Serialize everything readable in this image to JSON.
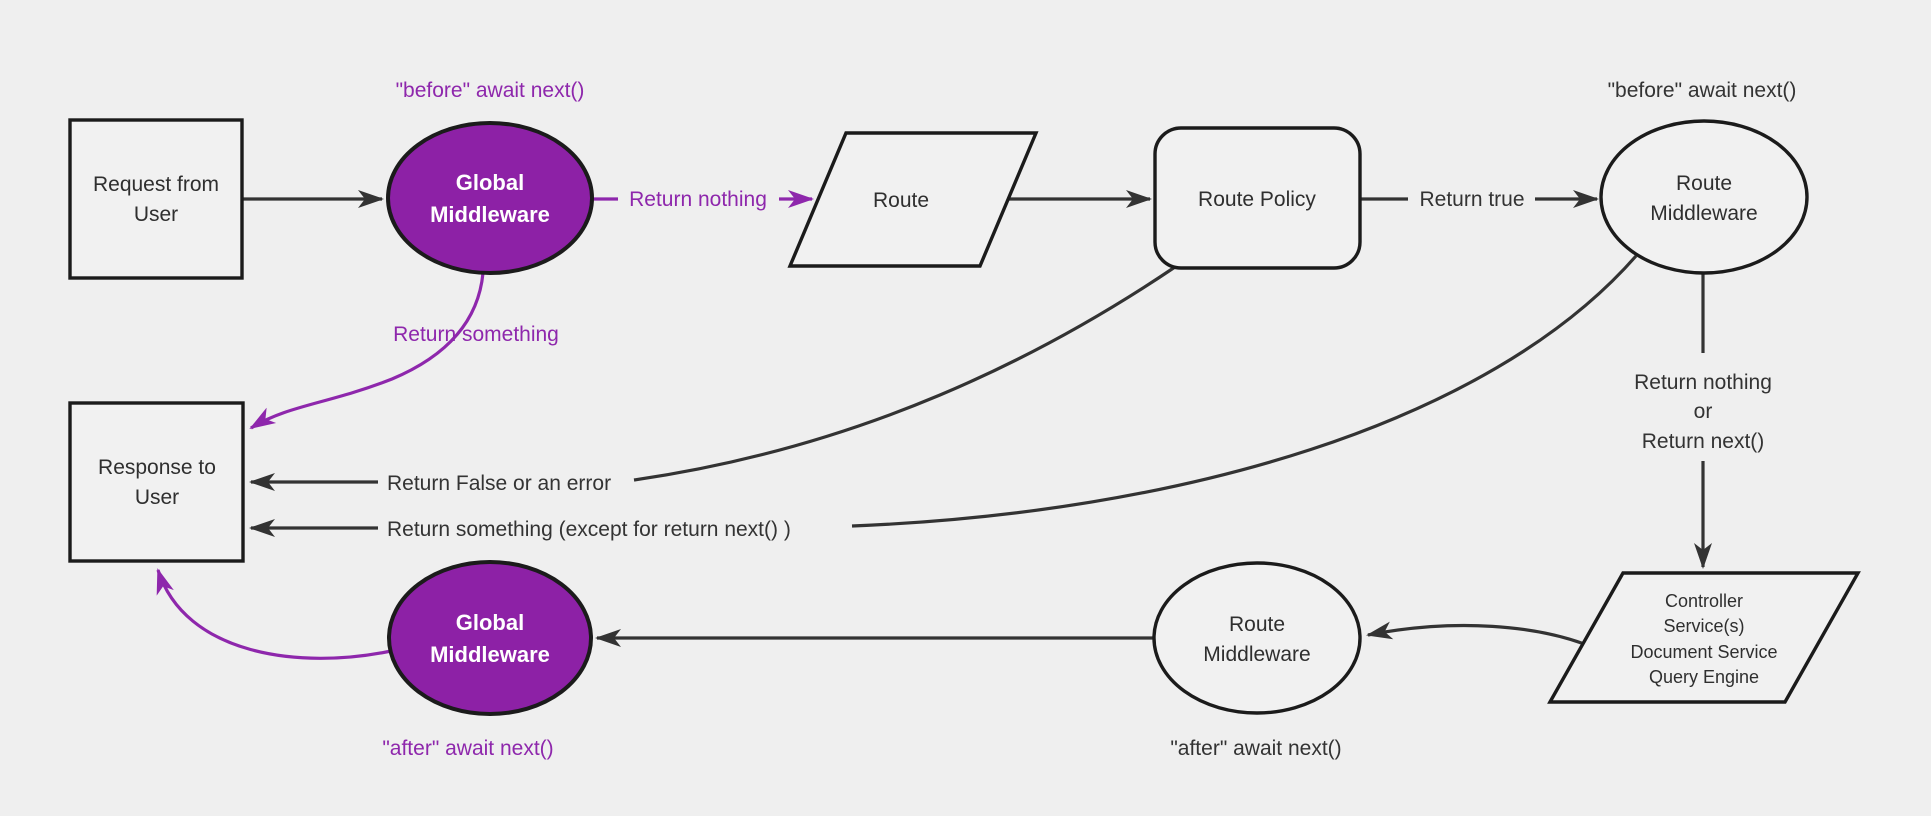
{
  "diagram": {
    "title": "Middleware request/response flow",
    "colors": {
      "background": "#efefef",
      "node_fill": "#f1f1f1",
      "node_border": "#1b1b1b",
      "edge": "#333333",
      "text": "#2f2f2f",
      "purple_fill": "#8d21a6",
      "purple": "#8e27ac",
      "text_on_purple": "#ffffff"
    },
    "nodes": {
      "request": {
        "shape": "rectangle",
        "lines": [
          "Request from",
          "User"
        ]
      },
      "global_middleware_top": {
        "shape": "ellipse",
        "lines": [
          "Global",
          "Middleware"
        ]
      },
      "route": {
        "shape": "parallelogram",
        "label": "Route"
      },
      "route_policy": {
        "shape": "rounded-rectangle",
        "label": "Route Policy"
      },
      "route_middleware_top": {
        "shape": "ellipse",
        "lines": [
          "Route",
          "Middleware"
        ]
      },
      "controller": {
        "shape": "parallelogram",
        "lines": [
          "Controller",
          "Service(s)",
          "Document Service",
          "Query Engine"
        ]
      },
      "route_middleware_bottom": {
        "shape": "ellipse",
        "lines": [
          "Route",
          "Middleware"
        ]
      },
      "global_middleware_bottom": {
        "shape": "ellipse",
        "lines": [
          "Global",
          "Middleware"
        ]
      },
      "response": {
        "shape": "rectangle",
        "lines": [
          "Response to",
          "User"
        ]
      }
    },
    "labels": {
      "before_await_top": "\"before\" await next()",
      "return_nothing": "Return nothing",
      "return_something": "Return something",
      "return_true": "Return true",
      "before_await_right": "\"before\" await next()",
      "return_nothing_or": [
        "Return nothing",
        "or",
        "Return next()"
      ],
      "return_false": "Return False or an error",
      "return_something_except": "Return something (except for return next() )",
      "after_await_left": "\"after\" await next()",
      "after_await_mid": "\"after\" await next()"
    }
  }
}
